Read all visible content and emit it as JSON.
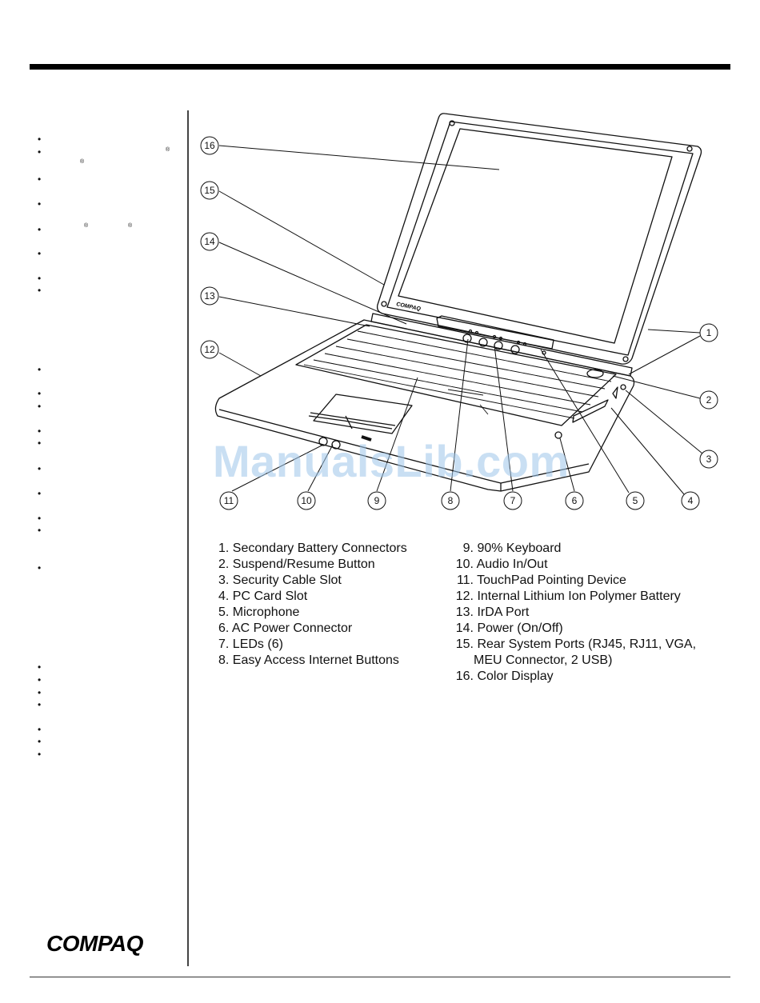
{
  "legend_left": [
    {
      "num": "1.",
      "text": "Secondary Battery Connectors"
    },
    {
      "num": "2.",
      "text": "Suspend/Resume Button"
    },
    {
      "num": "3.",
      "text": "Security Cable Slot"
    },
    {
      "num": "4.",
      "text": "PC Card Slot"
    },
    {
      "num": "5.",
      "text": "Microphone"
    },
    {
      "num": "6.",
      "text": "AC Power Connector"
    },
    {
      "num": "7.",
      "text": "LEDs (6)"
    },
    {
      "num": "8.",
      "text": "Easy Access Internet Buttons"
    }
  ],
  "legend_right": [
    {
      "num": "9.",
      "text": "90% Keyboard"
    },
    {
      "num": "10.",
      "text": "Audio In/Out"
    },
    {
      "num": "11.",
      "text": "TouchPad Pointing Device"
    },
    {
      "num": "12.",
      "text": "Internal Lithium Ion Polymer Battery"
    },
    {
      "num": "13.",
      "text": "IrDA Port"
    },
    {
      "num": "14.",
      "text": "Power (On/Off)"
    },
    {
      "num": "15.",
      "text": "Rear System Ports (RJ45, RJ11, VGA,",
      "cont": "MEU Connector, 2 USB)"
    },
    {
      "num": "16.",
      "text": "Color Display"
    }
  ],
  "callouts": [
    "1",
    "2",
    "3",
    "4",
    "5",
    "6",
    "7",
    "8",
    "9",
    "10",
    "11",
    "12",
    "13",
    "14",
    "15",
    "16"
  ],
  "bullet_glyph": "•",
  "reg_glyph": "®",
  "device_brand": "COMPAQ",
  "watermark": "ManualsLib.com",
  "logo": "COMPAQ"
}
